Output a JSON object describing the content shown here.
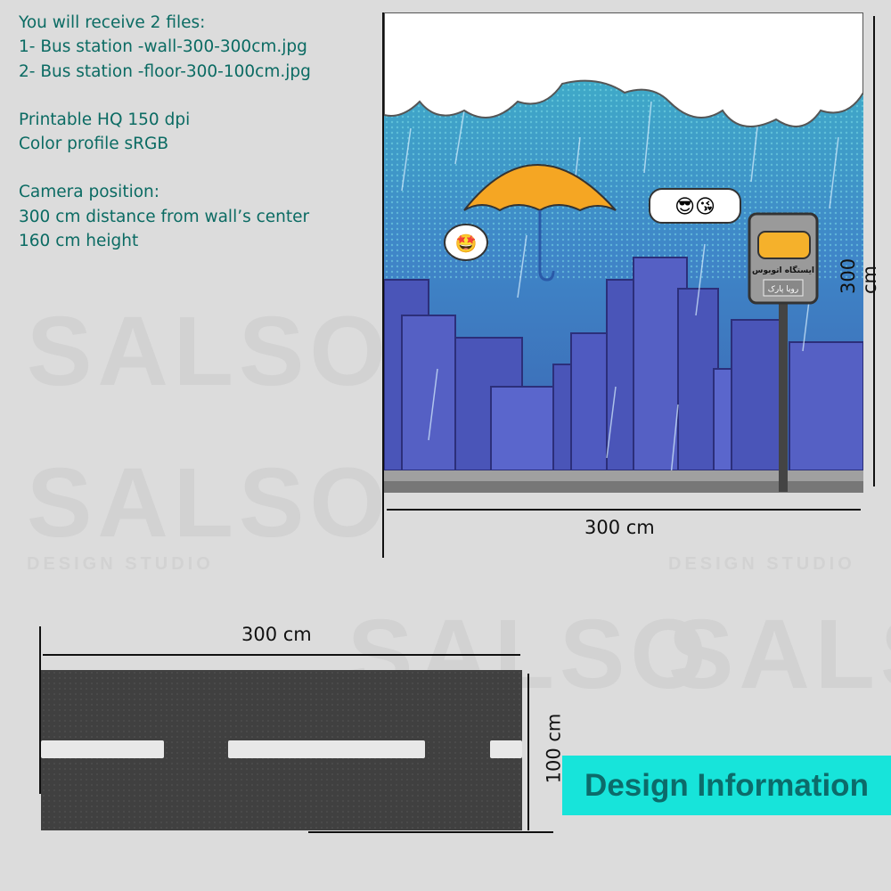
{
  "watermark": {
    "brand": "SALSO",
    "sub": "DESIGN STUDIO"
  },
  "info": {
    "files_heading": "You will receive 2 files:",
    "file_1": "1- Bus station -wall-300-300cm.jpg",
    "file_2": "2- Bus station -floor-300-100cm.jpg",
    "quality": "Printable HQ 150 dpi",
    "color_profile": "Color profile sRGB",
    "camera_heading": "Camera position:",
    "camera_distance": "300 cm distance from wall’s center",
    "camera_height": "160 cm height"
  },
  "wall": {
    "width_label": "300 cm",
    "height_label": "300 cm",
    "sign_title": "ایستگاه اتوبوس",
    "sign_name": "رویا پارک",
    "emoji_left": "🤩",
    "emoji_right": "😎😘"
  },
  "floor": {
    "width_label": "300 cm",
    "height_label": "100 cm"
  },
  "badge": {
    "label": "Design Information"
  },
  "colors": {
    "text": "#0b6b63",
    "badge": "#17e4da",
    "floor": "#404040"
  }
}
